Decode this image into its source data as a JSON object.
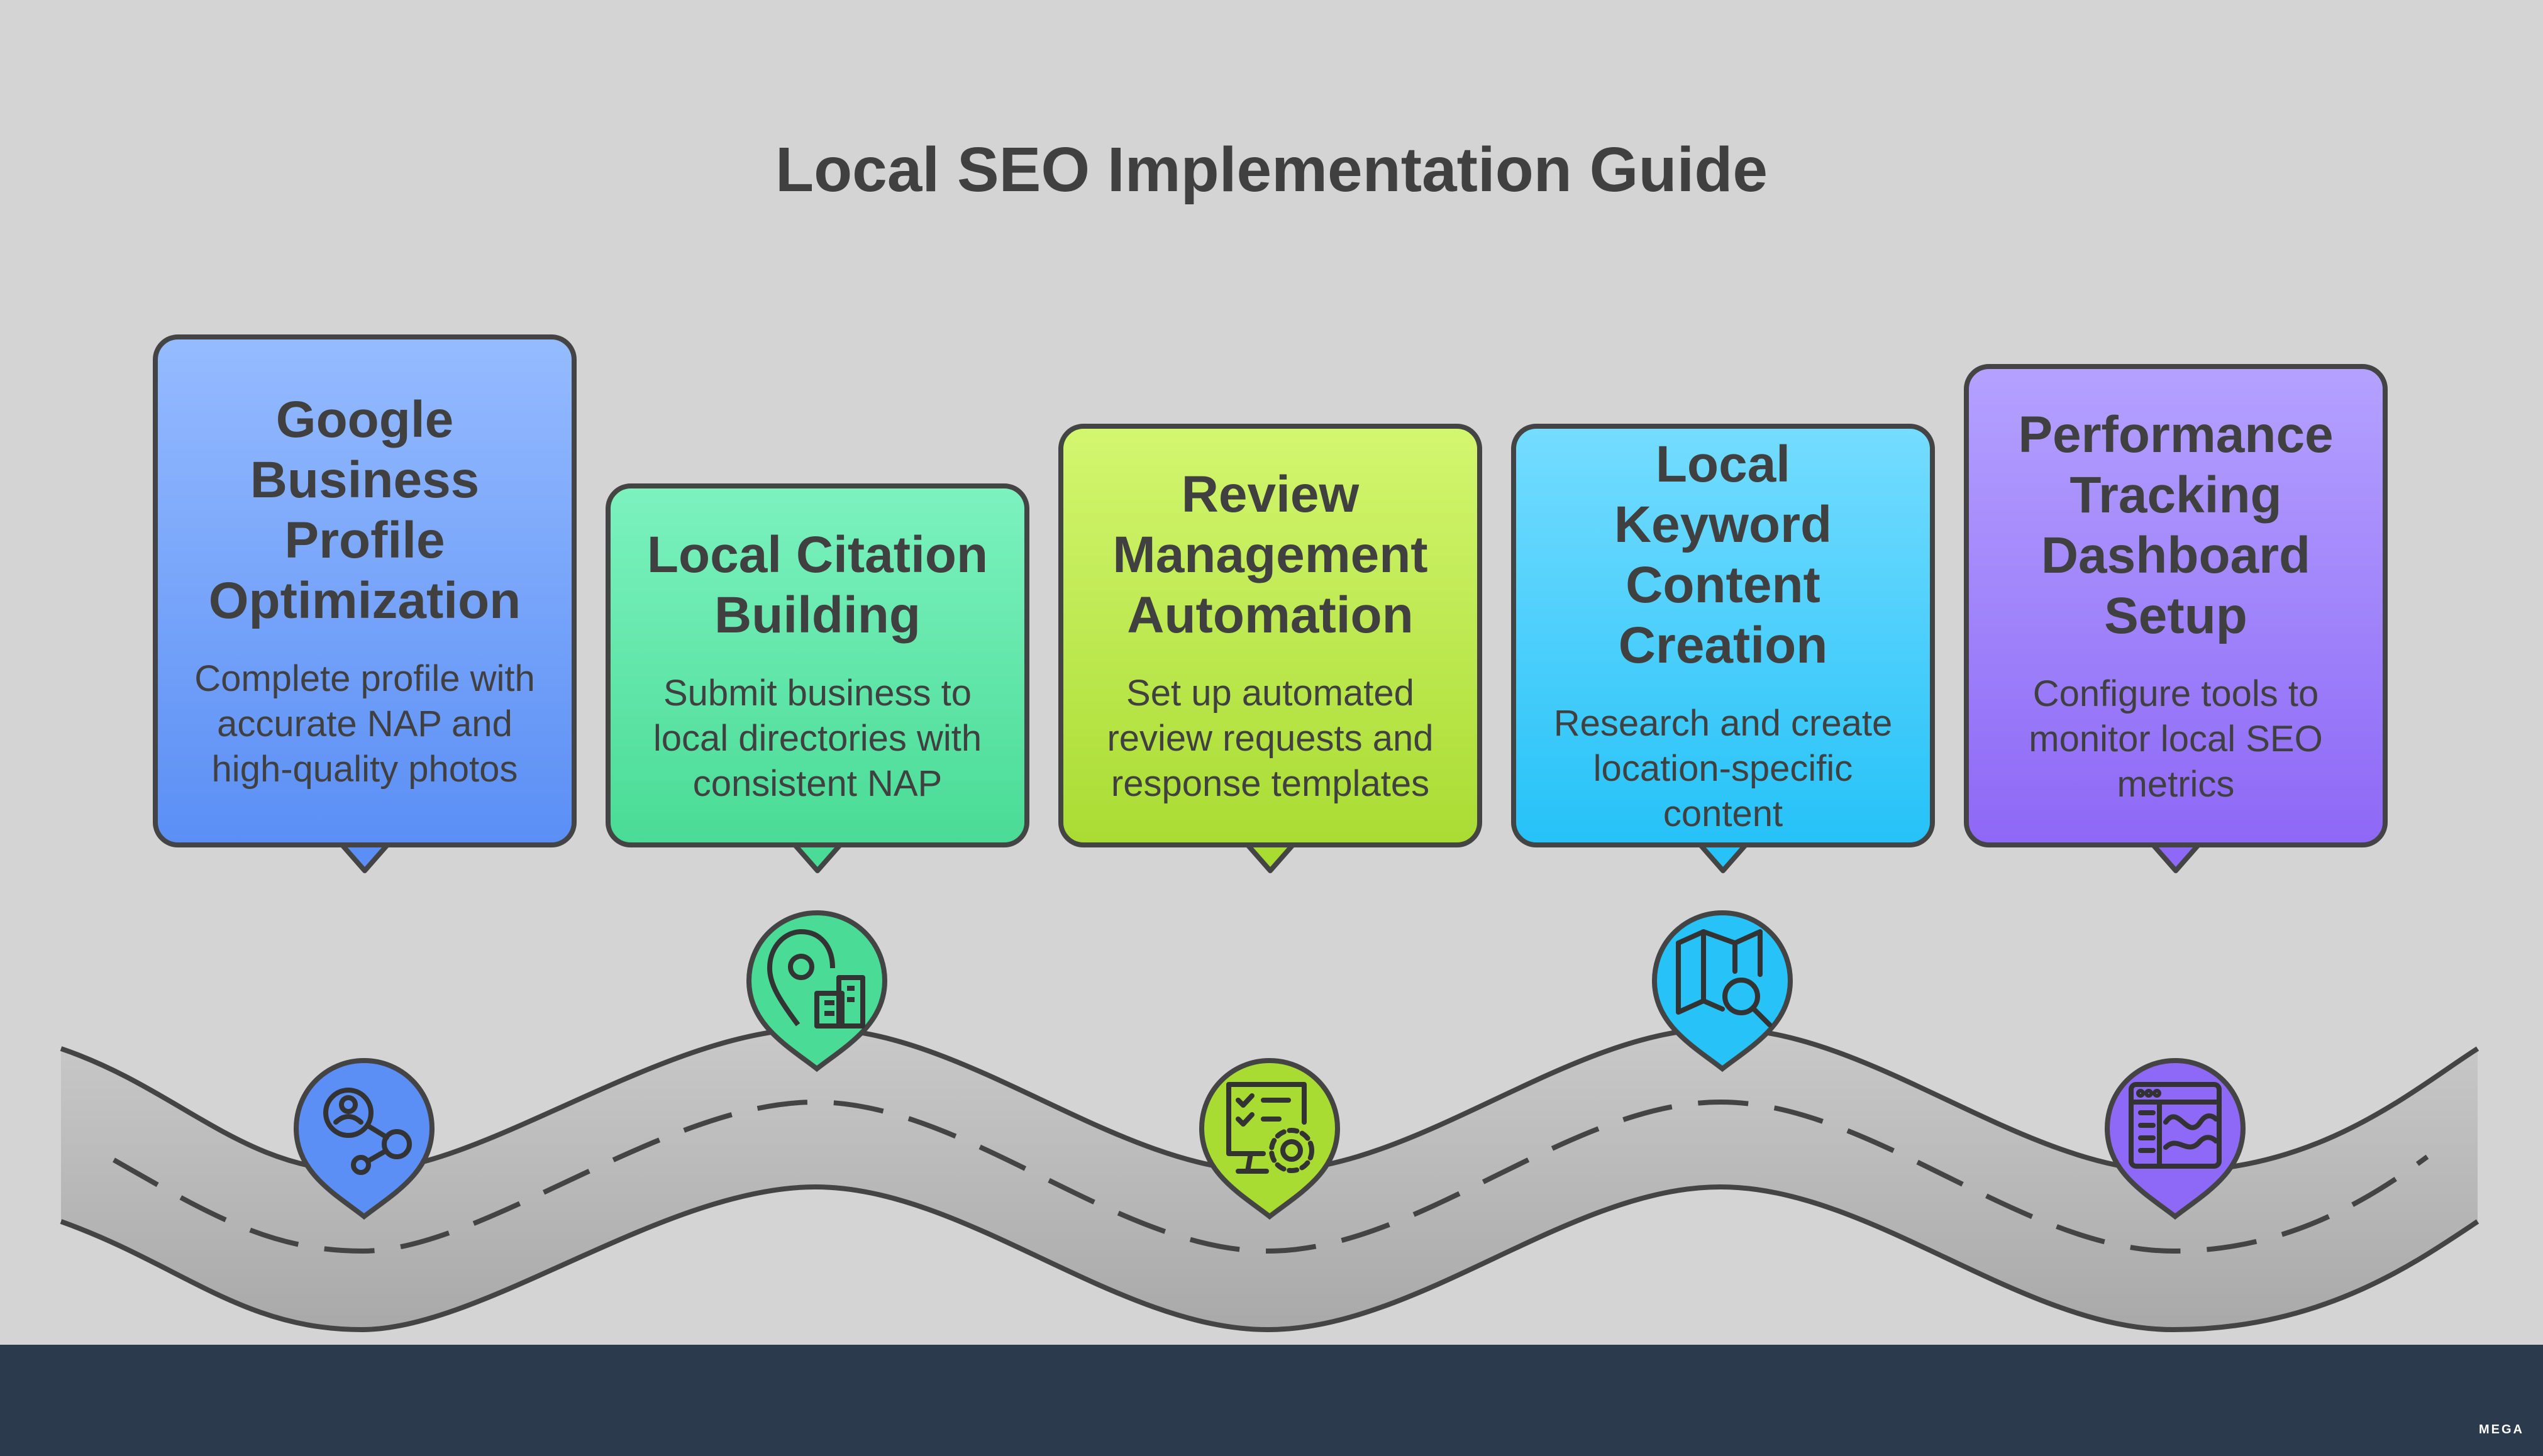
{
  "title": "Local SEO Implementation Guide",
  "steps": [
    {
      "title": "Google Business Profile Optimization",
      "description": "Complete profile with accurate NAP and high-quality photos",
      "icon": "profile-share-icon",
      "color": "#5b8ff5"
    },
    {
      "title": "Local Citation Building",
      "description": "Submit business to local directories with consistent NAP",
      "icon": "location-building-icon",
      "color": "#4adb96"
    },
    {
      "title": "Review Management Automation",
      "description": "Set up automated review requests and response templates",
      "icon": "checklist-gear-icon",
      "color": "#a9dc33"
    },
    {
      "title": "Local Keyword Content Creation",
      "description": "Research and create location-specific content",
      "icon": "map-search-icon",
      "color": "#26c2f8"
    },
    {
      "title": "Performance Tracking Dashboard Setup",
      "description": "Configure tools to monitor local SEO metrics",
      "icon": "dashboard-chart-icon",
      "color": "#8e68f6"
    }
  ],
  "brand": "MEGA"
}
